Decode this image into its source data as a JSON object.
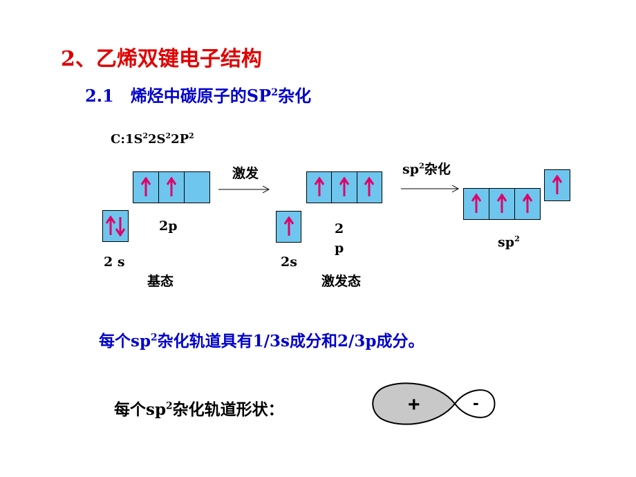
{
  "title": "2、乙烯双键电子结构",
  "subtitle": {
    "prefix": "2.1　烯烃中碳原子的SP",
    "sup": "2",
    "suffix": "杂化"
  },
  "config": {
    "parts": [
      [
        "C:1S",
        "2"
      ],
      [
        "2S",
        "2"
      ],
      [
        "2P",
        "2"
      ]
    ]
  },
  "ground": {
    "label_2p": "2p",
    "label_2s": "2 s",
    "state": "基态"
  },
  "excite_arrow_label": "激发",
  "excited": {
    "label_2s": "2s",
    "label_2p_line1": "2",
    "label_2p_line2": "p",
    "state": "激发态"
  },
  "hybrid_arrow_label": {
    "prefix": "sp",
    "sup": "2",
    "suffix": "杂化"
  },
  "hybrid": {
    "label": {
      "prefix": "sp",
      "sup": "2"
    }
  },
  "note": {
    "prefix": "每个sp",
    "sup": "2",
    "suffix": "杂化轨道具有1/3s成分和2/3p成分。"
  },
  "shape": {
    "prefix": "每个sp",
    "sup": "2",
    "suffix": "杂化轨道形状：",
    "plus": "+",
    "minus": "-"
  },
  "colors": {
    "box_fill": "#6ec6ee",
    "electron_arrow": "#e0006a",
    "title": "#e00000",
    "blue_text": "#0000cc"
  }
}
